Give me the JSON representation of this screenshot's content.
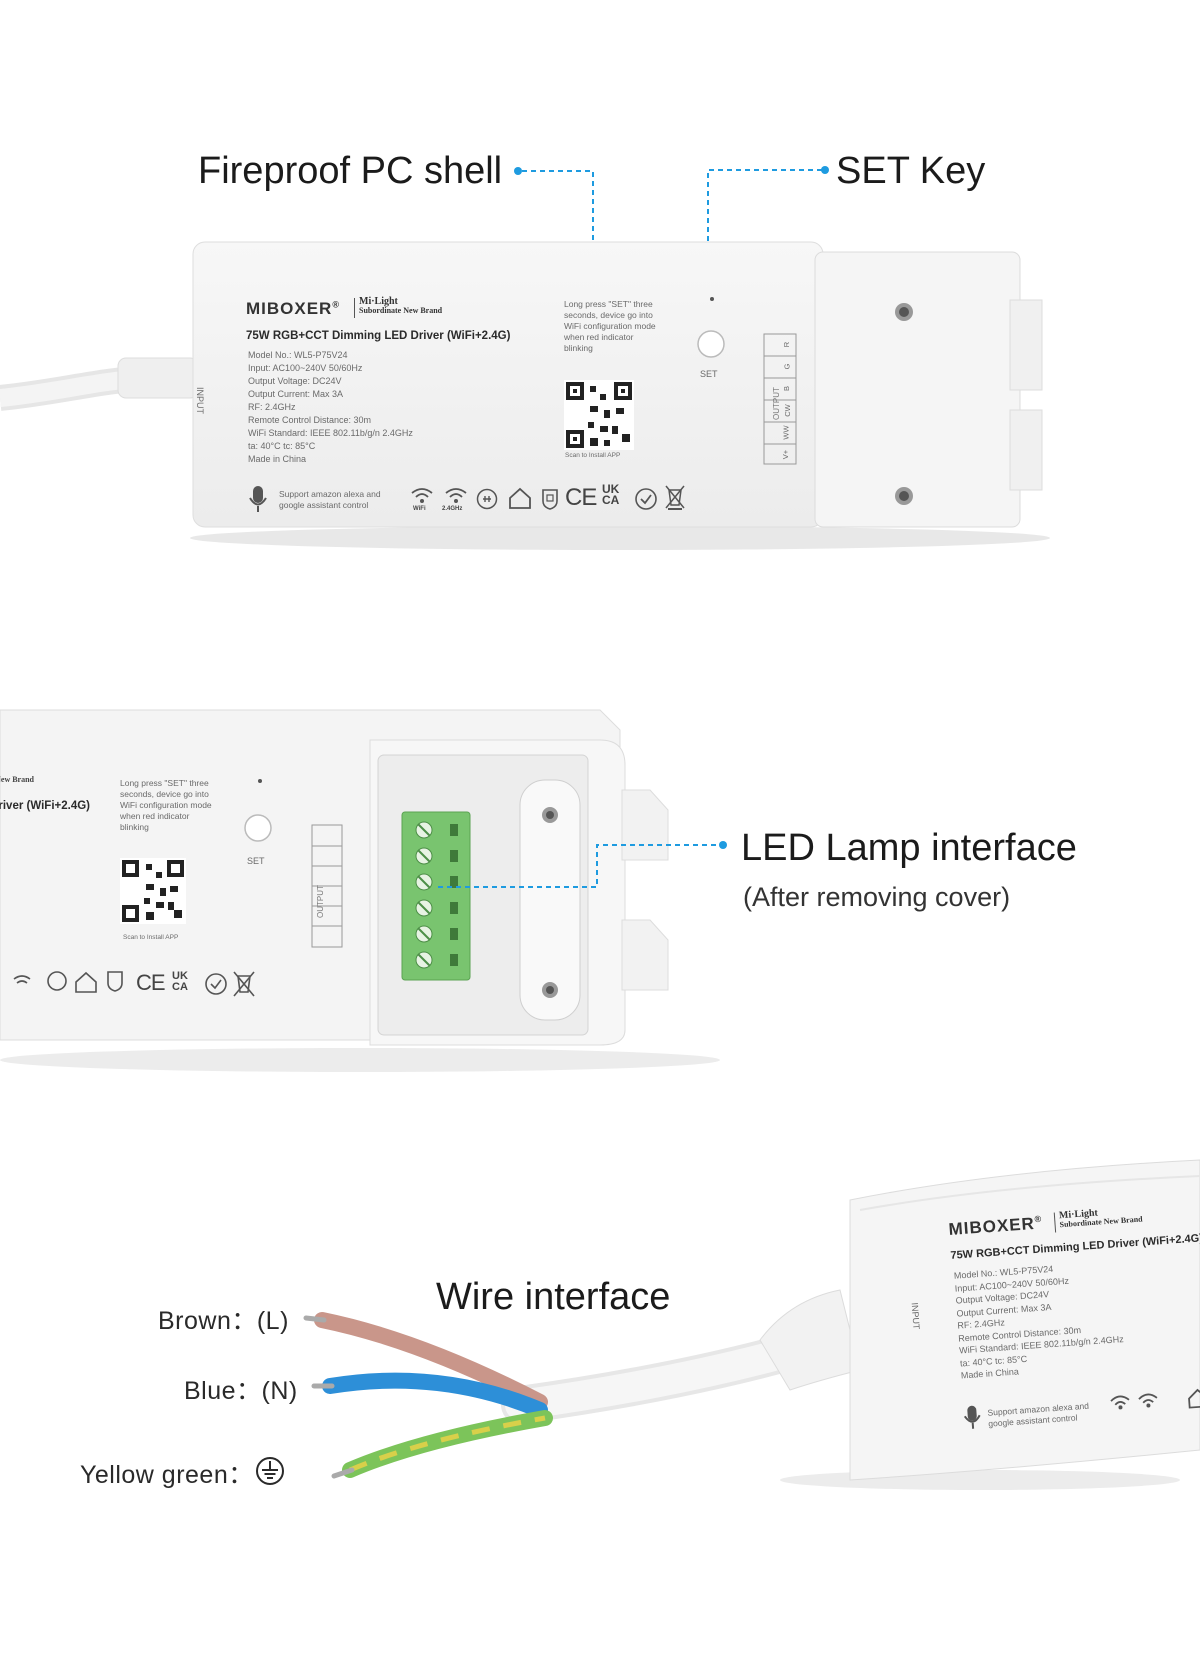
{
  "callouts": {
    "shell": "Fireproof PC shell",
    "set_key": "SET Key",
    "led_interface": "LED Lamp interface",
    "led_interface_note": "(After removing cover)",
    "wire_interface": "Wire interface"
  },
  "wires": {
    "brown": "Brown：(L)",
    "blue": "Blue：(N)",
    "yellow_green": "Yellow green："
  },
  "device": {
    "brand": "MIBOXER",
    "registered": "®",
    "sub_brand_line1": "Mi·Light",
    "sub_brand_line2": "Subordinate New Brand",
    "title": "75W RGB+CCT Dimming LED Driver (WiFi+2.4G)",
    "specs": [
      "Model No.: WL5-P75V24",
      "Input: AC100~240V   50/60Hz",
      "Output Voltage: DC24V",
      "Output Current: Max 3A",
      "RF: 2.4GHz",
      "Remote Control Distance: 30m",
      "WiFi Standard: IEEE 802.11b/g/n  2.4GHz",
      "ta: 40°C    tc: 85°C",
      "Made in China"
    ],
    "set_instructions": [
      "Long press \"SET\" three",
      "seconds, device go into",
      "WiFi configuration mode",
      "when red indicator",
      "blinking"
    ],
    "scan_label": "Scan to Install APP",
    "set_label": "SET",
    "input_label": "INPUT",
    "output_label": "OUTPUT",
    "output_pins": [
      "R",
      "G",
      "B",
      "CW",
      "WW",
      "V+"
    ],
    "voice_support": [
      "Support amazon alexa and",
      "google assistant control"
    ],
    "wifi_label": "WiFi",
    "rf_label": "2.4GHz",
    "cert_ce": "CE",
    "cert_ukca": "UK CA"
  },
  "colors": {
    "callout_line": "#1e9be0",
    "brown_wire": "#c9968a",
    "blue_wire": "#2d8fd8",
    "yellow_green_wire": "#7cc45a",
    "terminal_green": "#79c46f"
  }
}
